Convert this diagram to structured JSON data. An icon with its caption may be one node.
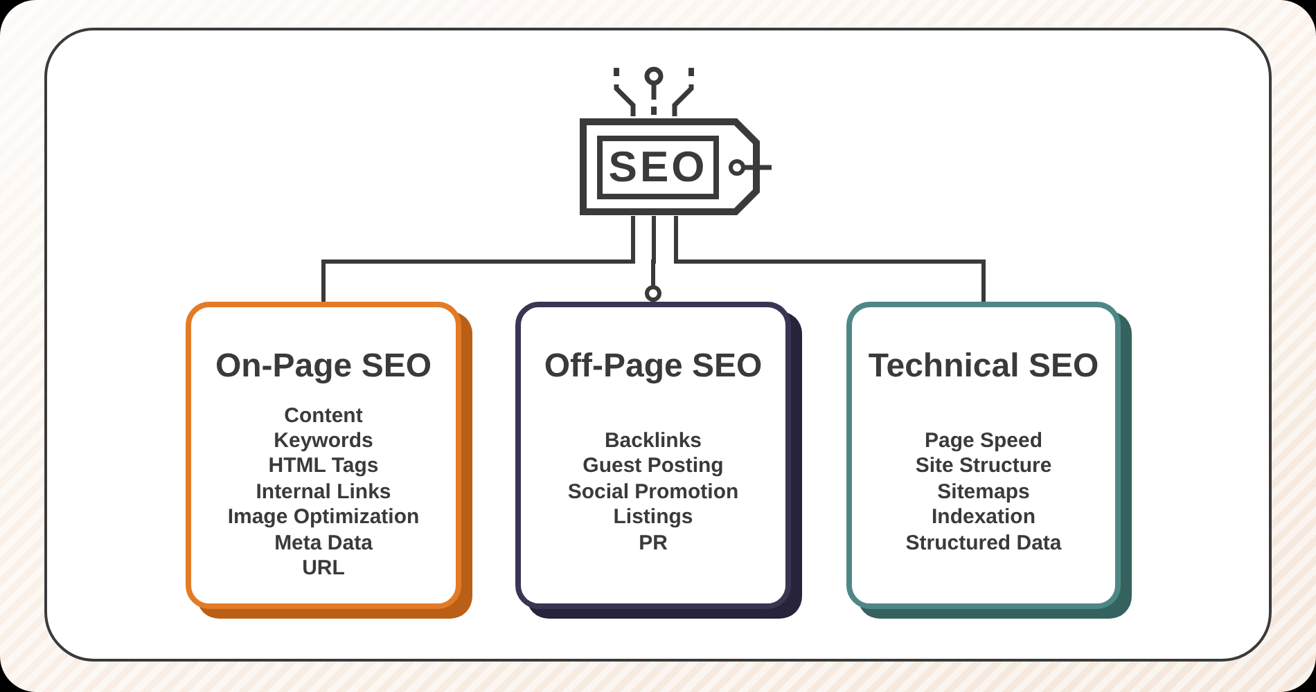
{
  "diagram": {
    "nodes": [
      {
        "text": [
          "SEO"
        ]
      },
      {
        "text": [
          "On-Page SEO",
          "Content",
          "Keywords",
          "HTML Tags",
          "Internal Links",
          "Image Optimization",
          "Meta Data",
          "URL"
        ]
      },
      {
        "text": [
          "Off-Page SEO",
          "Backlinks",
          "Guest Posting",
          "Social Promotion",
          "Listings",
          "PR"
        ]
      },
      {
        "text": [
          "Technical SEO",
          "Page Speed",
          "Site Structure",
          "Sitemaps",
          "Indexation",
          "Structured Data"
        ]
      }
    ],
    "edges": [
      {
        "from": 0,
        "to": 1,
        "arrow": "none"
      },
      {
        "from": 0,
        "to": 2,
        "arrow": "other"
      },
      {
        "from": 0,
        "to": 3,
        "arrow": "none"
      }
    ]
  }
}
